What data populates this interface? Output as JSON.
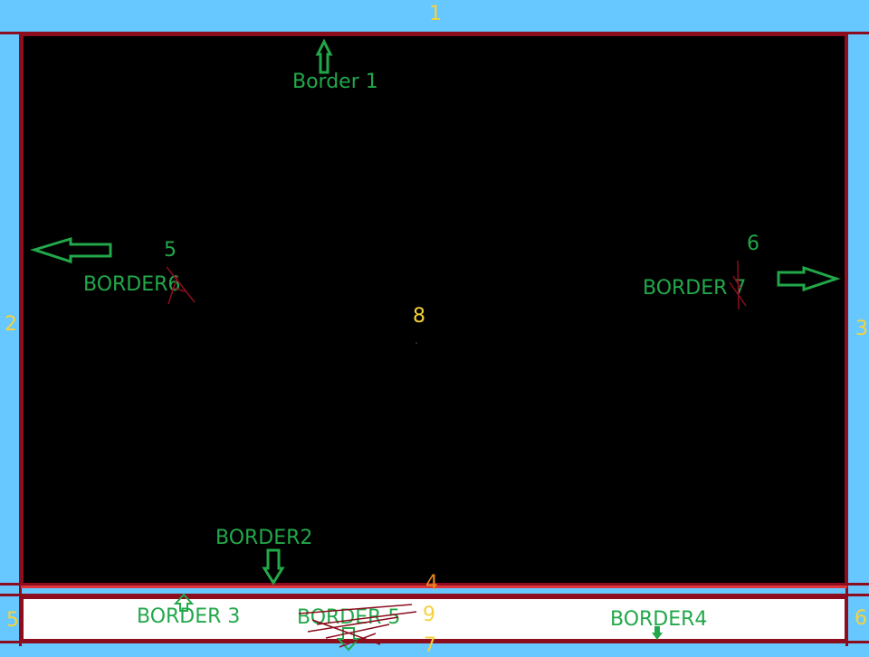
{
  "colors": {
    "sky": "#66c8ff",
    "border": "#8b0d1e",
    "main": "#000000",
    "strip": "#ffffff",
    "label_green": "#22a84a",
    "number_yellow": "#f6d23a",
    "number_orange": "#e88a1a",
    "red_line": "#e0353a"
  },
  "numbers": {
    "top": "1",
    "left": "2",
    "right": "3",
    "bottom_orange": "4",
    "bottom_left": "5",
    "bottom_right": "6",
    "center": "8",
    "bottom_mid": "9",
    "bottom_partial": "7"
  },
  "labels": {
    "border1": "Border 1",
    "border2": "BORDER2",
    "border3": "BORDER 3",
    "border4": "BORDER4",
    "border5": "BORDER 5",
    "border6": "BORDER6",
    "border7": "BORDER 7",
    "marker5": "5",
    "marker6": "6"
  },
  "arrows": {
    "border1": "up-arrow-icon",
    "border2": "down-arrow-icon",
    "border3": "up-arrow-icon",
    "border4": "down-arrow-icon",
    "border5": "down-arrow-icon",
    "border6": "left-arrow-icon",
    "border7": "right-arrow-icon"
  }
}
